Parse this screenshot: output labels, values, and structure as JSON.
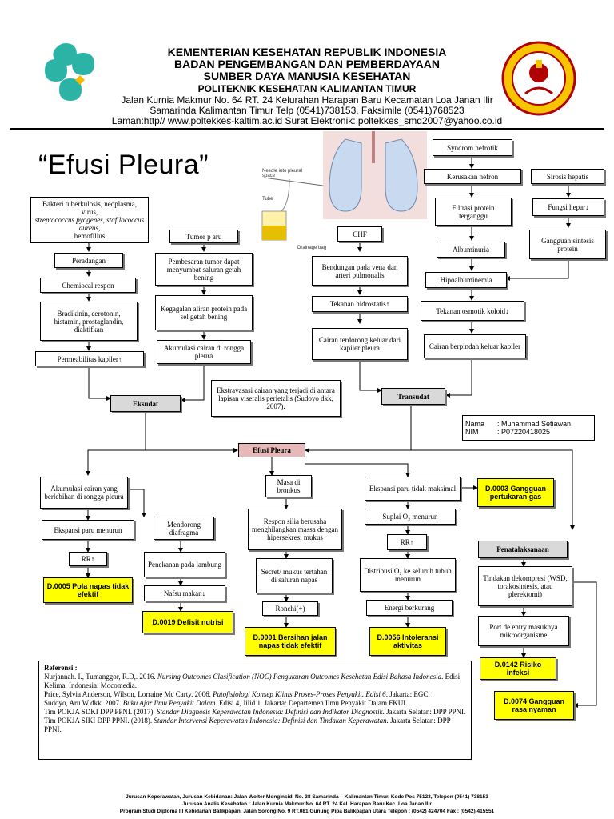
{
  "header": {
    "line1": "KEMENTERIAN KESEHATAN REPUBLIK INDONESIA",
    "line2": "BADAN PENGEMBANGAN DAN PEMBERDAYAAN",
    "line3": "SUMBER DAYA MANUSIA KESEHATAN",
    "line4": "POLITEKNIK KESEHATAN KALIMANTAN TIMUR",
    "address1": "Jalan Kurnia Makmur No. 64 RT. 24 Kelurahan Harapan Baru Kecamatan Loa Janan Ilir",
    "address2": "Samarinda Kalimantan Timur Telp (0541)738153, Faksimile (0541)768523",
    "address3": "Laman:http// www.poltekkes-kaltim.ac.id Surat Elektronik: poltekkes_smd2007@yahoo.co.id"
  },
  "title": "“Efusi Pleura”",
  "illustration": {
    "label_needle": "Needle into pleural space",
    "label_tube": "Tube",
    "label_drainage": "Drainage bag"
  },
  "left_chain": {
    "bakteri_1": "Bakteri tuberkulosis, neoplasma, virus,",
    "bakteri_2": "streptococcus pyogenes, stafilococcus aureus,",
    "bakteri_3": "hemofilius",
    "peradangan": "Peradangan",
    "chemical": "Chemiocal respon",
    "bradikinin": "Bradikinin, cerotonin, histamin, prostaglandin, diaktifkan",
    "permeabilitas": "Permeabilitas kapiler↑"
  },
  "tumor_chain": {
    "tumor": "Tumor p aru",
    "pembesaran": "Pembesaran tumor dapat menyumbat saluran getah bening",
    "kegagalan": "Kegagalan aliran protein pada sel getah bening",
    "akumulasi": "Akumulasi cairan di rongga pleura"
  },
  "chf_chain": {
    "chf": "CHF",
    "bendungan": "Bendungan pada vena dan arteri pulmonalis",
    "tekanan": "Tekanan hidrostatis↑",
    "cairan": "Cairan terdorong keluar dari kapiler pleura"
  },
  "nefrotik_chain": {
    "syndrom": "Syndrom nefrotik",
    "kerusakan": "Kerusakan nefron",
    "sirosis": "Sirosis hepatis",
    "filtrasi": "Filtrasi protein terganggu",
    "fungsi": "Fungsi hepar↓",
    "albuminuria": "Albuminuria",
    "gangguan_sintesis": "Gangguan sintesis protein",
    "hipoalbuminemia": "Hipoalbuminemia",
    "osmotik": "Tekanan osmotik koloid↓",
    "berpindah": "Cairan berpindah keluar kapiler"
  },
  "middle": {
    "eksudat": "Eksudat",
    "ekstravasasi": "Ekstravasasi cairan yang terjadi di antara lapisan viseralis perietalis (Sudoyo dkk, 2007).",
    "transudat": "Transudat",
    "efusi": "Efusi Pleura"
  },
  "identity": {
    "nama_label": "Nama",
    "nama_value": ": Muhammad Setiawan",
    "nim_label": "NIM",
    "nim_value": ": P07220418025"
  },
  "branch1": {
    "akumulasi": "Akumulasi cairan yang berlebihan di rongga pleura",
    "ekspansi": "Ekspansi paru menurun",
    "rr": "RR↑",
    "d0005": "D.0005 Pola napas tidak efektif",
    "mendorong": "Mendorong diafragma",
    "penekanan": "Penekanan pada lambung",
    "nafsu": "Nafsu makan↓",
    "d0019": "D.0019 Defisit nutrisi"
  },
  "branch2": {
    "masa": "Masa di bronkus",
    "respon": "Respon silia berusaha menghilangkan massa dengan hipersekresi mukus",
    "secret": "Secret/ mukus tertahan di saluran napas",
    "ronchi": "Ronchi(+)",
    "d0001": "D.0001 Bersihan jalan napas tidak efektif"
  },
  "branch3": {
    "ekspansi": "Ekspansi paru tidak maksimal",
    "d0003": "D.0003 Gangguan pertukaran gas",
    "suplai": "Suplai O₂ menurun",
    "rr": "RR↑",
    "distribusi": "Distribusi O₂ ke seluruh tubuh menurun",
    "energi": "Energi berkurang",
    "d0056": "D.0056 Intoleransi aktivitas"
  },
  "branch4": {
    "penatalaksanaan": "Penatalaksanaan",
    "tindakan": "Tindakan dekompresi (WSD, torakosintesis, atau plerektomi)",
    "port": "Port de entry masuknya mikroorganisme",
    "d0142": "D.0142 Risiko infeksi",
    "d0074": "D.0074 Gangguan rasa nyaman"
  },
  "references": {
    "heading": "Referensi :",
    "r1a": "Nurjannah. I., Tumanggor, R.D,. 2016. ",
    "r1b": "Nursing Outcomes Clasification (NOC) Pengukuran Outcomes Kesehatan Edisi Bahasa Indonesia",
    "r1c": ". Edisi Kelima. Indonesia: Mocomedia.",
    "r2a": "Price, Sylvia Anderson, Wilson, Lorraine Mc Carty. 2006. ",
    "r2b": "Patofisiologi Konsep Klinis Proses-Proses Penyakit. Edisi 6",
    "r2c": ". Jakarta: EGC.",
    "r3a": "Sudoyo, Aru W dkk. 2007. ",
    "r3b": "Buku Ajar Ilmu Penyakit Dalam",
    "r3c": ". Edisi 4, Jilid 1. Jakarta: Departemen Ilmu Penyakit Dalam FKUI.",
    "r4a": "Tim POKJA SDKI DPP PPNI. (2017). ",
    "r4b": "Standar Diagnosis Keperawatan Indonesia: Definisi dan Indikator Diagnostik",
    "r4c": ". Jakarta Selatan: DPP PPNI.",
    "r5a": "Tim POKJA SIKI DPP PPNI. (2018). ",
    "r5b": "Standar Intervensi Keperawatan Indonesia: Definisi dan Tindakan Keperawatan.",
    "r5c": " Jakarta Selatan: DPP PPNI."
  },
  "footer": {
    "line1": "Jurusan Keperawatan, Jurusan Kebidanan: Jalan Wolter Monginsidi No. 38 Samarinda – Kalimantan Timur, Kode Pos 75123, Telepon (0541) 738153",
    "line2": "Jurusan Analis Kesehatan : Jalan Kurnia Makmur No. 64 RT. 24 Kel. Harapan Baru Kec. Loa Janan Ilir",
    "line3": "Program Studi Diploma III Kebidanan Balikpapan, Jalan Sorong No. 9 RT.081 Gunung Pipa Balikpapan Utara Telepon : (0542) 424704 Fax : (0542) 415551"
  },
  "colors": {
    "yellow": "#ffff00",
    "pink": "#e6b8b7",
    "grey": "#d9d9d9"
  }
}
